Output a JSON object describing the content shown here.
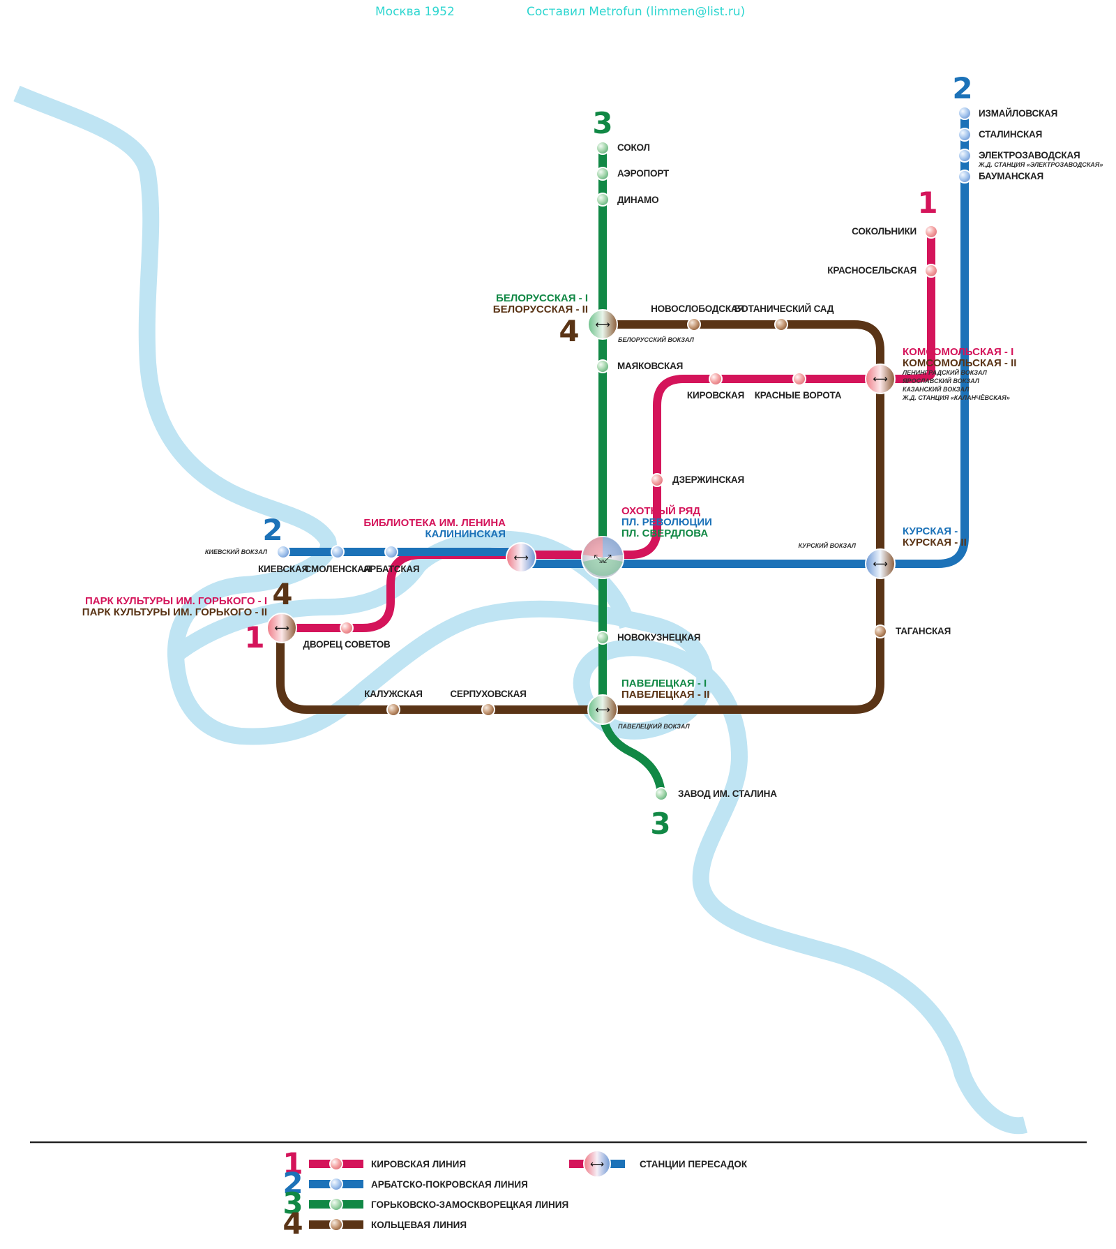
{
  "header": {
    "title": "Москва 1952",
    "author": "Составил Metrofun (limmen@list.ru)"
  },
  "colors": {
    "kirovskaya": "#d4145a",
    "arbatsko": "#1c72b8",
    "gorkovsko": "#118845",
    "koltsevaya": "#5a3416",
    "river": "#bfe4f3",
    "header": "#2fd6d0"
  },
  "line_numbers": {
    "l1": "1",
    "l2": "2",
    "l3": "3",
    "l4": "4"
  },
  "stations": {
    "sokol": "СОКОЛ",
    "aeroport": "АЭРОПОРТ",
    "dinamo": "ДИНАМО",
    "izmaylovskaya": "ИЗМАЙЛОВСКАЯ",
    "stalinskaya": "СТАЛИНСКАЯ",
    "elektrozavodskaya": "ЭЛЕКТРОЗАВОДСКАЯ",
    "elektrozavodskaya_note": "Ж.Д. СТАНЦИЯ «ЭЛЕКТРОЗАВОДСКАЯ»",
    "baumanskaya": "БАУМАНСКАЯ",
    "sokolniki": "СОКОЛЬНИКИ",
    "krasnoselskaya": "КРАСНОСЕЛЬСКАЯ",
    "belorusskaya_1": "БЕЛОРУССКАЯ - I",
    "belorusskaya_2": "БЕЛОРУССКАЯ - II",
    "belorusskaya_note": "БЕЛОРУССКИЙ ВОКЗАЛ",
    "novoslobodskaya": "НОВОСЛОБОДСКАЯ",
    "botanicheskiy": "БОТАНИЧЕСКИЙ САД",
    "komsomolskaya_1": "КОМСОМОЛЬСКАЯ - I",
    "komsomolskaya_2": "КОМСОМОЛЬСКАЯ - II",
    "komsomolskaya_note1": "ЛЕНИНГРАДСКИЙ ВОКЗАЛ",
    "komsomolskaya_note2": "ЯРОСЛАВСКИЙ ВОКЗАЛ",
    "komsomolskaya_note3": "КАЗАНСКИЙ ВОКЗАЛ",
    "komsomolskaya_note4": "Ж.Д. СТАНЦИЯ «КАЛАНЧЁВСКАЯ»",
    "mayakovskaya": "МАЯКОВСКАЯ",
    "kirovskaya": "КИРОВСКАЯ",
    "krasnye_vorota": "КРАСНЫЕ ВОРОТА",
    "dzerzhinskaya": "ДЗЕРЖИНСКАЯ",
    "okhotny": "ОХОТНЫЙ РЯД",
    "revolyutsii": "ПЛ. РЕВОЛЮЦИИ",
    "sverdlova": "ПЛ. СВЕРДЛОВА",
    "biblioteka": "БИБЛИОТЕКА ИМ. ЛЕНИНА",
    "kalininskaya": "КАЛИНИНСКАЯ",
    "kievskiy_vokzal": "КИЕВСКИЙ ВОКЗАЛ",
    "kievskaya": "КИЕВСКАЯ",
    "smolenskaya": "СМОЛЕНСКАЯ",
    "arbatskaya": "АРБАТСКАЯ",
    "kurskiy_vokzal": "КУРСКИЙ ВОКЗАЛ",
    "kurskaya_1": "КУРСКАЯ - I",
    "kurskaya_2": "КУРСКАЯ - II",
    "park_1": "ПАРК КУЛЬТУРЫ ИМ. ГОРЬКОГО - I",
    "park_2": "ПАРК КУЛЬТУРЫ ИМ. ГОРЬКОГО - II",
    "dvorets": "ДВОРЕЦ СОВЕТОВ",
    "novokuznetskaya": "НОВОКУЗНЕЦКАЯ",
    "taganskaya": "ТАГАНСКАЯ",
    "paveletskaya_1": "ПАВЕЛЕЦКАЯ - I",
    "paveletskaya_2": "ПАВЕЛЕЦКАЯ - II",
    "paveletskiy_vokzal": "ПАВЕЛЕЦКИЙ ВОКЗАЛ",
    "kaluzhskaya": "КАЛУЖСКАЯ",
    "serpukhovskaya": "СЕРПУХОВСКАЯ",
    "zavod": "ЗАВОД ИМ. СТАЛИНА"
  },
  "legend": {
    "l1": {
      "num": "1",
      "label": "КИРОВСКАЯ ЛИНИЯ"
    },
    "l2": {
      "num": "2",
      "label": "АРБАТСКО-ПОКРОВСКАЯ ЛИНИЯ"
    },
    "l3": {
      "num": "3",
      "label": "ГОРЬКОВСКО-ЗАМОСКВОРЕЦКАЯ ЛИНИЯ"
    },
    "l4": {
      "num": "4",
      "label": "КОЛЬЦЕВАЯ ЛИНИЯ"
    },
    "transfer": "СТАНЦИИ ПЕРЕСАДОК"
  }
}
